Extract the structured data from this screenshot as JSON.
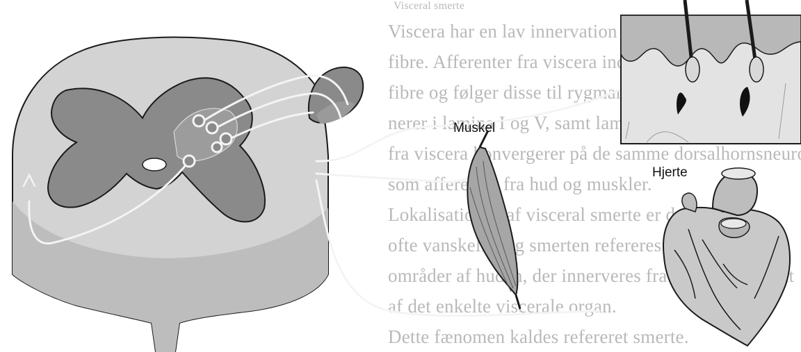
{
  "labels": {
    "muscle": "Muskel",
    "heart": "Hjerte"
  },
  "background_text": {
    "header": "Visceral smerte",
    "lines": [
      "Viscera har en lav innervation af C- og A-δ-",
      "fibre. Afferenter fra viscera indgår i sympatiske nerve-",
      "fibre og følger disse til rygmarven, hvor de termi-",
      "nerer i lamina I og V, samt lamina X. Afferente fibre",
      "fra viscera konvergerer på de samme dorsalhornsneuroner",
      "som afferenter fra hud og muskler.",
      "Lokalisationen af visceral smerte er derfor",
      "ofte vanskelig, og smerten refereres ofte til",
      "områder af huden, der innerveres fra samme segment",
      "af det enkelte viscerale organ.",
      "Dette fænomen kaldes refereret smerte."
    ]
  },
  "colors": {
    "gray_matter": "#8a8a8a",
    "white_matter": "#d3d3d3",
    "outline": "#1a1a1a",
    "skin": "#c4c4c4",
    "nerve_path": "#f4f4f4"
  }
}
